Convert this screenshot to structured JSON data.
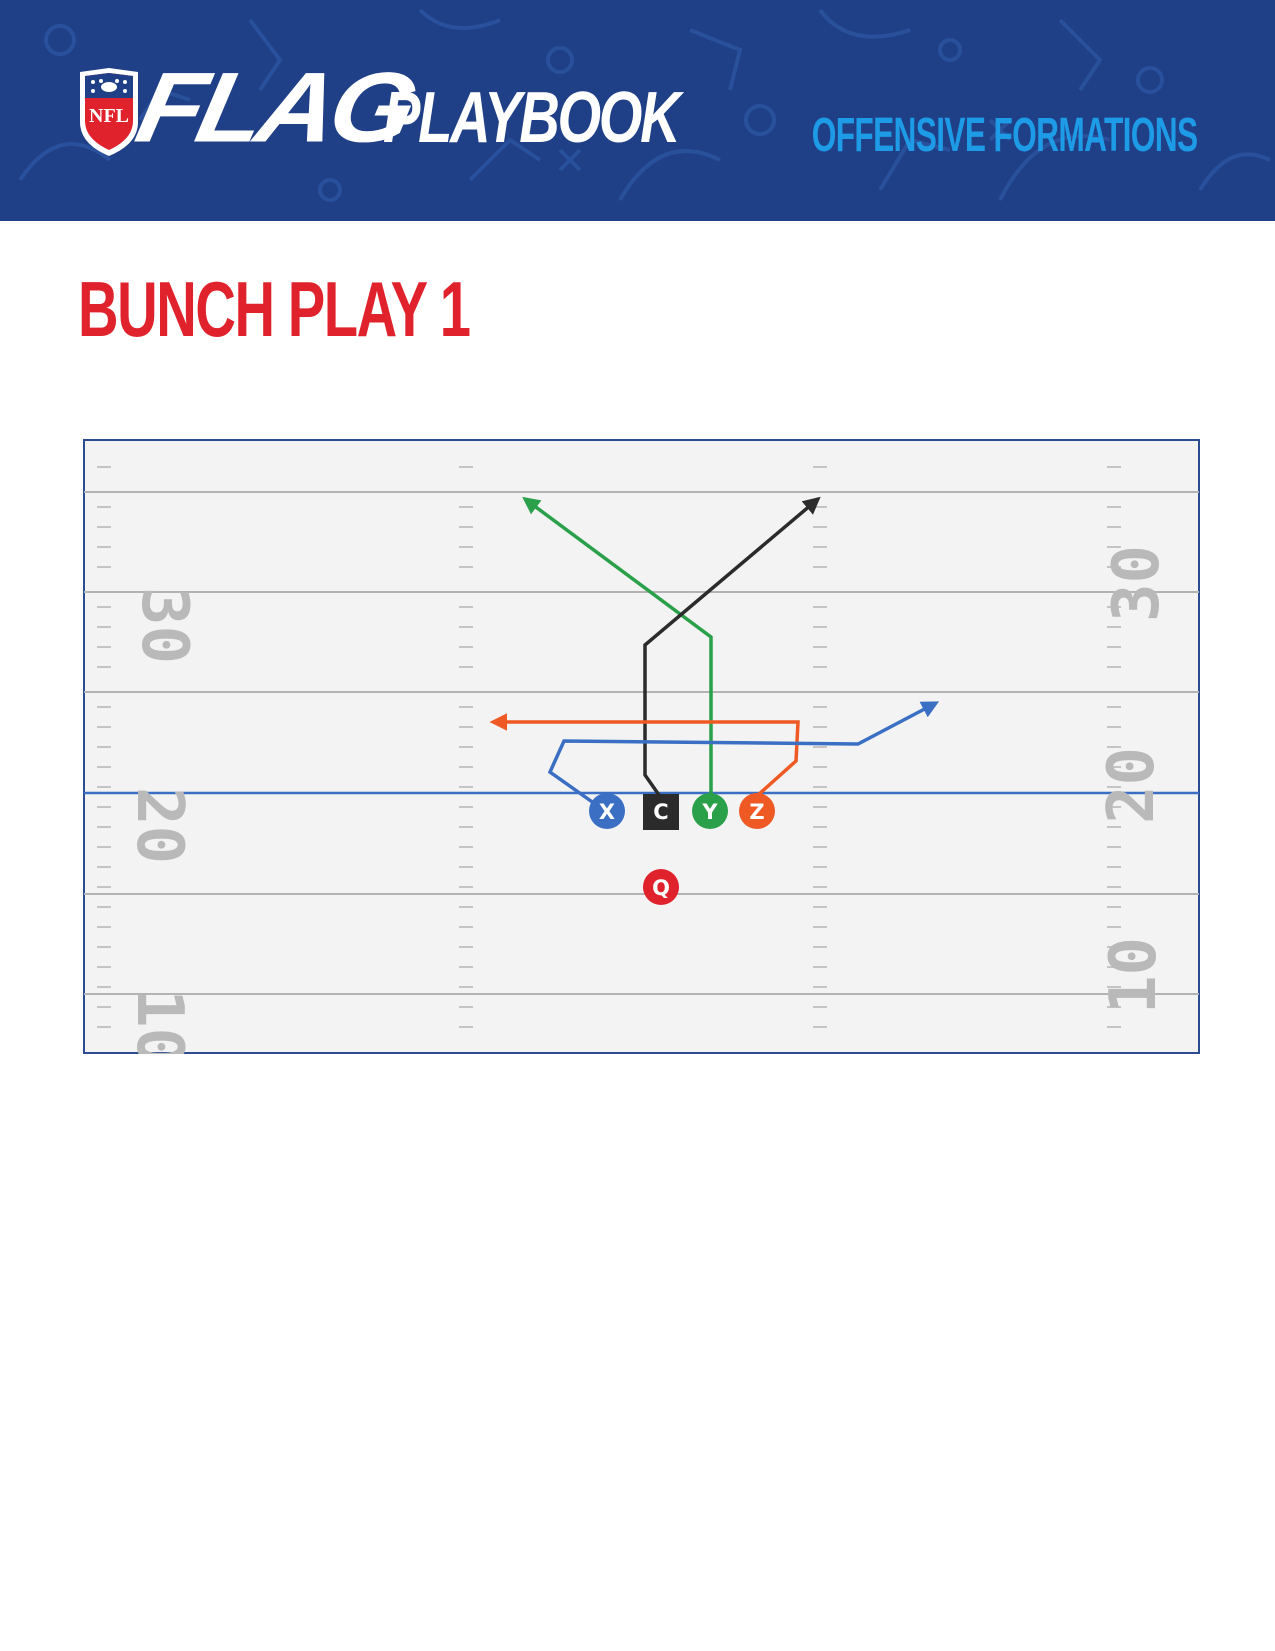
{
  "header": {
    "logo_text": "NFL",
    "brand_word": "FLAG",
    "product_word": "PLAYBOOK",
    "section": "OFFENSIVE FORMATIONS"
  },
  "play": {
    "title": "BUNCH PLAY 1"
  },
  "field": {
    "yard_numbers": [
      "30",
      "20",
      "10"
    ],
    "line_of_scrimmage_color": "#3a6fc4",
    "players": [
      {
        "id": "X",
        "label": "X",
        "color": "#3a6fc4",
        "shape": "circle"
      },
      {
        "id": "C",
        "label": "C",
        "color": "#2b2b2b",
        "shape": "square"
      },
      {
        "id": "Y",
        "label": "Y",
        "color": "#2ba04a",
        "shape": "circle"
      },
      {
        "id": "Z",
        "label": "Z",
        "color": "#ef5a24",
        "shape": "circle"
      },
      {
        "id": "Q",
        "label": "Q",
        "color": "#e0222d",
        "shape": "circle"
      }
    ],
    "routes": {
      "X": "cross-and-out",
      "C": "up-and-post",
      "Y": "up-and-corner",
      "Z": "drag-left"
    }
  },
  "colors": {
    "banner": "#1f3f86",
    "title_red": "#e0222d",
    "section_blue": "#1e9be6",
    "field_bg": "#f3f3f3",
    "field_border": "#2b4d8f"
  }
}
